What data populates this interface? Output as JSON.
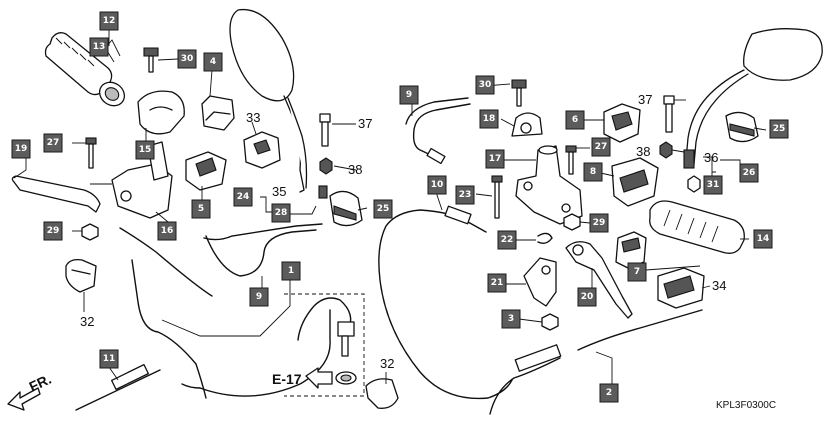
{
  "diagram": {
    "boxed_numbers": [
      "1",
      "2",
      "3",
      "4",
      "5",
      "6",
      "7",
      "8",
      "9",
      "10",
      "11",
      "12",
      "13",
      "14",
      "15",
      "16",
      "17",
      "18",
      "19",
      "20",
      "21",
      "22",
      "23",
      "24",
      "25",
      "26",
      "27",
      "28",
      "29",
      "30",
      "31"
    ],
    "plain_numbers": [
      "32",
      "33",
      "34",
      "35",
      "36",
      "37",
      "38"
    ],
    "ref_label": "E-17",
    "direction_label": "FR.",
    "diagram_code": "KPL3F0300C"
  }
}
